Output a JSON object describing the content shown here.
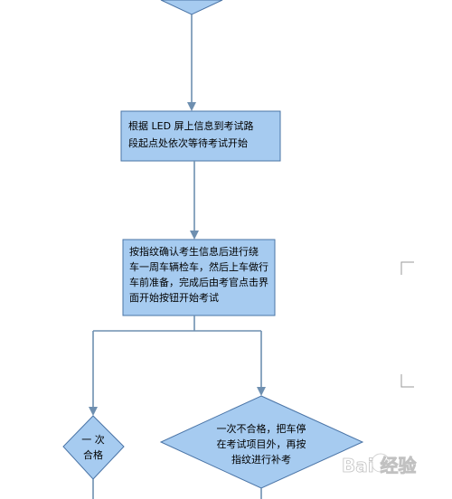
{
  "nodes": {
    "top_decision": {
      "lines": []
    },
    "step1": {
      "lines": [
        "根据 LED 屏上信息到考试路",
        "段起点处依次等待考试开始"
      ]
    },
    "step2": {
      "lines": [
        "按指纹确认考生信息后进行绕",
        "车一周车辆检车，然后上车做行",
        "车前准备，完成后由考官点击界",
        "面开始按钮开始考试"
      ]
    },
    "pass_decision": {
      "lines": [
        "一  次",
        "合格"
      ]
    },
    "fail_decision": {
      "lines": [
        "一次不合格，把车停",
        "在考试项目外，再按",
        "指纹进行补考"
      ]
    }
  },
  "colors": {
    "box_fill": "#a6cbf0",
    "box_stroke": "#4a74a6",
    "arrow": "#6e8fb0"
  },
  "watermark": {
    "text": "Bai 经验"
  }
}
